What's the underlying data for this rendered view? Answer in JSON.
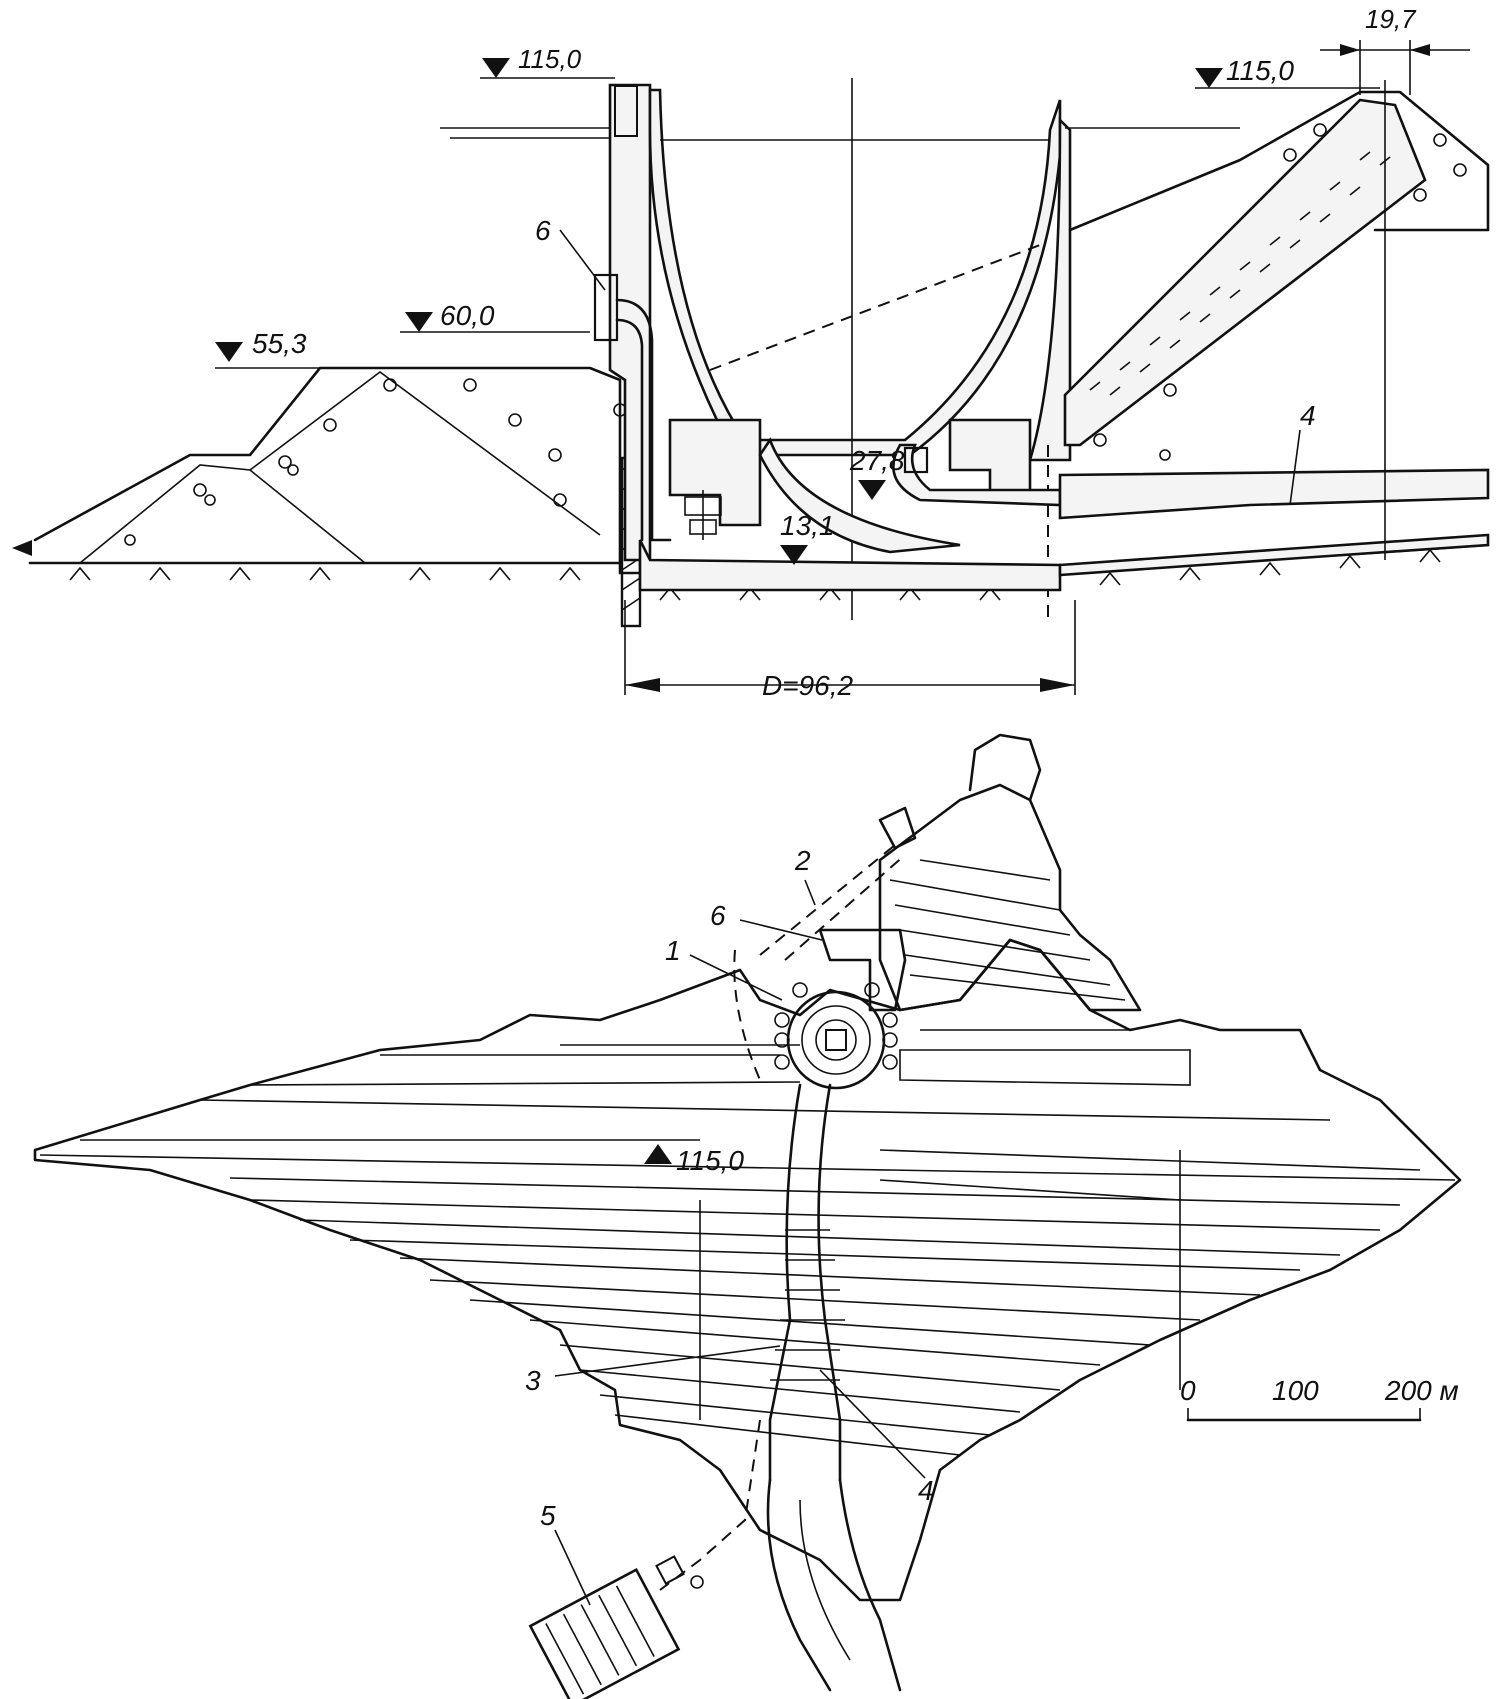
{
  "section": {
    "elevations": {
      "crest_left": "115,0",
      "crest_right": "115,0",
      "berm": "60,0",
      "upstream_fill": "55,3",
      "bottom_outlet": "27,8",
      "foundation": "13,1"
    },
    "dimensions": {
      "shaft_diameter": "D=96,2",
      "crest_width": "19,7"
    },
    "labels": {
      "pipe": "6",
      "tunnel": "4"
    }
  },
  "plan": {
    "elevation": "115,0",
    "labels": {
      "l1": "1",
      "l2": "2",
      "l3": "3",
      "l4": "4",
      "l5": "5",
      "l6": "6"
    },
    "scale": {
      "t0": "0",
      "t1": "100",
      "t2": "200 м"
    }
  },
  "colors": {
    "ink": "#111111",
    "paper": "#ffffff"
  }
}
